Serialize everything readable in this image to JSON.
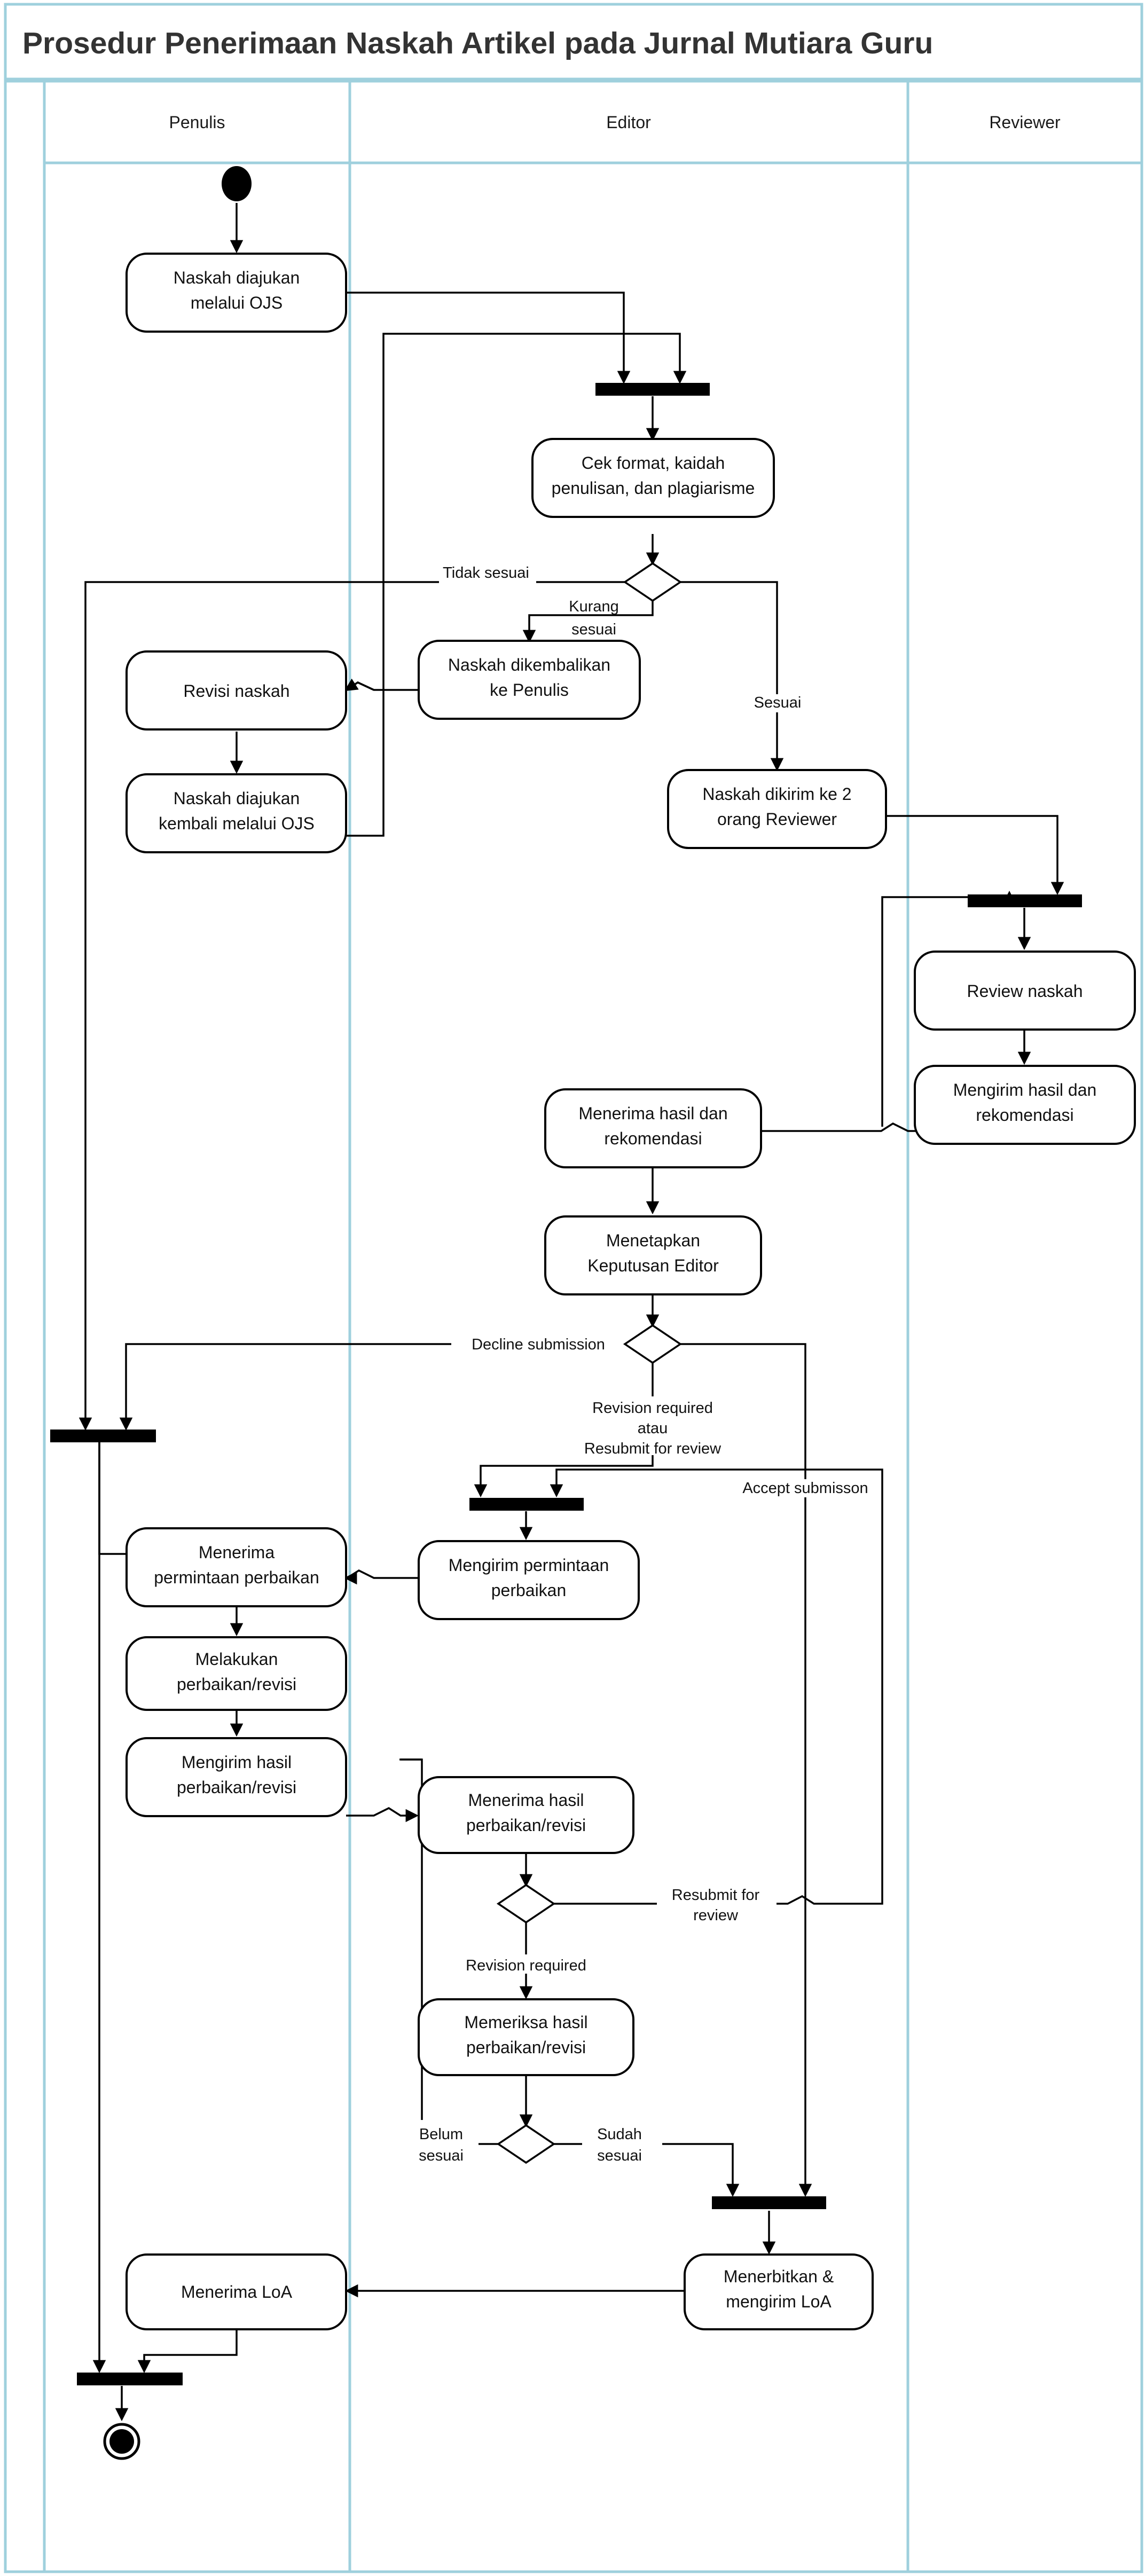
{
  "title": "Prosedur Penerimaan Naskah Artikel pada Jurnal Mutiara Guru",
  "colors": {
    "lane_border": "#9FD0DD",
    "node_stroke": "#000000",
    "node_fill": "#ffffff",
    "title_text": "#333333"
  },
  "lanes": [
    {
      "id": "penulis",
      "label": "Penulis"
    },
    {
      "id": "editor",
      "label": "Editor"
    },
    {
      "id": "reviewer",
      "label": "Reviewer"
    }
  ],
  "nodes": {
    "start": {
      "type": "start",
      "lane": "penulis"
    },
    "n1": {
      "type": "activity",
      "lane": "penulis",
      "lines": [
        "Naskah diajukan",
        "melalui OJS"
      ]
    },
    "bar1": {
      "type": "join-bar",
      "lane": "editor"
    },
    "n2": {
      "type": "activity",
      "lane": "editor",
      "lines": [
        "Cek format, kaidah",
        "penulisan, dan plagiarisme"
      ]
    },
    "d1": {
      "type": "decision",
      "lane": "editor"
    },
    "n3": {
      "type": "activity",
      "lane": "editor",
      "lines": [
        "Naskah dikembalikan",
        "ke Penulis"
      ]
    },
    "n4": {
      "type": "activity",
      "lane": "penulis",
      "lines": [
        "Revisi naskah"
      ]
    },
    "n5": {
      "type": "activity",
      "lane": "penulis",
      "lines": [
        "Naskah diajukan",
        "kembali melalui OJS"
      ]
    },
    "n6": {
      "type": "activity",
      "lane": "editor",
      "lines": [
        "Naskah dikirim ke 2",
        "orang Reviewer"
      ]
    },
    "bar2": {
      "type": "join-bar",
      "lane": "reviewer"
    },
    "n7": {
      "type": "activity",
      "lane": "reviewer",
      "lines": [
        "Review naskah"
      ]
    },
    "n8": {
      "type": "activity",
      "lane": "reviewer",
      "lines": [
        "Mengirim hasil dan",
        "rekomendasi"
      ]
    },
    "n9": {
      "type": "activity",
      "lane": "editor",
      "lines": [
        "Menerima hasil dan",
        "rekomendasi"
      ]
    },
    "n10": {
      "type": "activity",
      "lane": "editor",
      "lines": [
        "Menetapkan",
        "Keputusan Editor"
      ]
    },
    "d2": {
      "type": "decision",
      "lane": "editor"
    },
    "bar3": {
      "type": "join-bar",
      "lane": "penulis"
    },
    "bar4": {
      "type": "join-bar",
      "lane": "editor"
    },
    "n11": {
      "type": "activity",
      "lane": "editor",
      "lines": [
        "Mengirim permintaan",
        "perbaikan"
      ]
    },
    "n12": {
      "type": "activity",
      "lane": "penulis",
      "lines": [
        "Menerima",
        "permintaan perbaikan"
      ]
    },
    "n13": {
      "type": "activity",
      "lane": "penulis",
      "lines": [
        "Melakukan",
        "perbaikan/revisi"
      ]
    },
    "n14": {
      "type": "activity",
      "lane": "penulis",
      "lines": [
        "Mengirim hasil",
        "perbaikan/revisi"
      ]
    },
    "n15": {
      "type": "activity",
      "lane": "editor",
      "lines": [
        "Menerima hasil",
        "perbaikan/revisi"
      ]
    },
    "d3": {
      "type": "decision",
      "lane": "editor"
    },
    "n16": {
      "type": "activity",
      "lane": "editor",
      "lines": [
        "Memeriksa hasil",
        "perbaikan/revisi"
      ]
    },
    "d4": {
      "type": "decision",
      "lane": "editor"
    },
    "bar5": {
      "type": "join-bar",
      "lane": "editor"
    },
    "n17": {
      "type": "activity",
      "lane": "editor",
      "lines": [
        "Menerbitkan &",
        "mengirim LoA"
      ]
    },
    "n18": {
      "type": "activity",
      "lane": "penulis",
      "lines": [
        "Menerima LoA"
      ]
    },
    "bar6": {
      "type": "join-bar",
      "lane": "penulis"
    },
    "end": {
      "type": "end",
      "lane": "penulis"
    }
  },
  "edge_labels": {
    "tidak_sesuai": "Tidak sesuai",
    "kurang_sesuai_1": "Kurang",
    "kurang_sesuai_2": "sesuai",
    "sesuai": "Sesuai",
    "decline_submission": "Decline submission",
    "revision_required_1": "Revision required",
    "revision_required_atau": "atau",
    "revision_required_2": "Resubmit for review",
    "accept_submission": "Accept submisson",
    "resubmit_for_review_1": "Resubmit for",
    "resubmit_for_review_2": "review",
    "revision_required_3": "Revision required",
    "belum_1": "Belum",
    "belum_2": "sesuai",
    "sudah_1": "Sudah",
    "sudah_2": "sesuai"
  }
}
